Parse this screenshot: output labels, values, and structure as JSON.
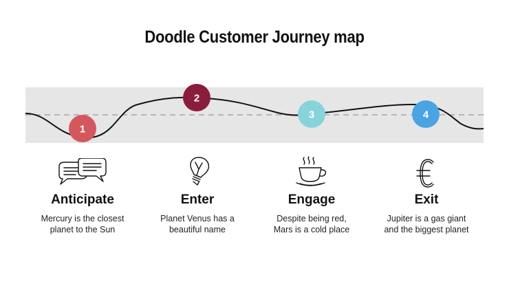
{
  "title": "Doodle Customer Journey map",
  "colors": {
    "band": "#e6e6e6",
    "dash": "#b5b5b5",
    "line": "#111111",
    "step1": "#d4575d",
    "step2": "#8a1c3c",
    "step3": "#86d3da",
    "step4": "#4aa3e3"
  },
  "steps": [
    {
      "number": "1",
      "name": "Anticipate",
      "desc_line1": "Mercury is the closest",
      "desc_line2": "planet to the Sun",
      "icon": "speech-bubbles-icon"
    },
    {
      "number": "2",
      "name": "Enter",
      "desc_line1": "Planet Venus has a",
      "desc_line2": "beautiful name",
      "icon": "lightbulb-icon"
    },
    {
      "number": "3",
      "name": "Engage",
      "desc_line1": "Despite being red,",
      "desc_line2": "Mars is a cold place",
      "icon": "coffee-cup-icon"
    },
    {
      "number": "4",
      "name": "Exit",
      "desc_line1": "Jupiter is a gas giant",
      "desc_line2": "and the biggest planet",
      "icon": "euro-icon"
    }
  ]
}
